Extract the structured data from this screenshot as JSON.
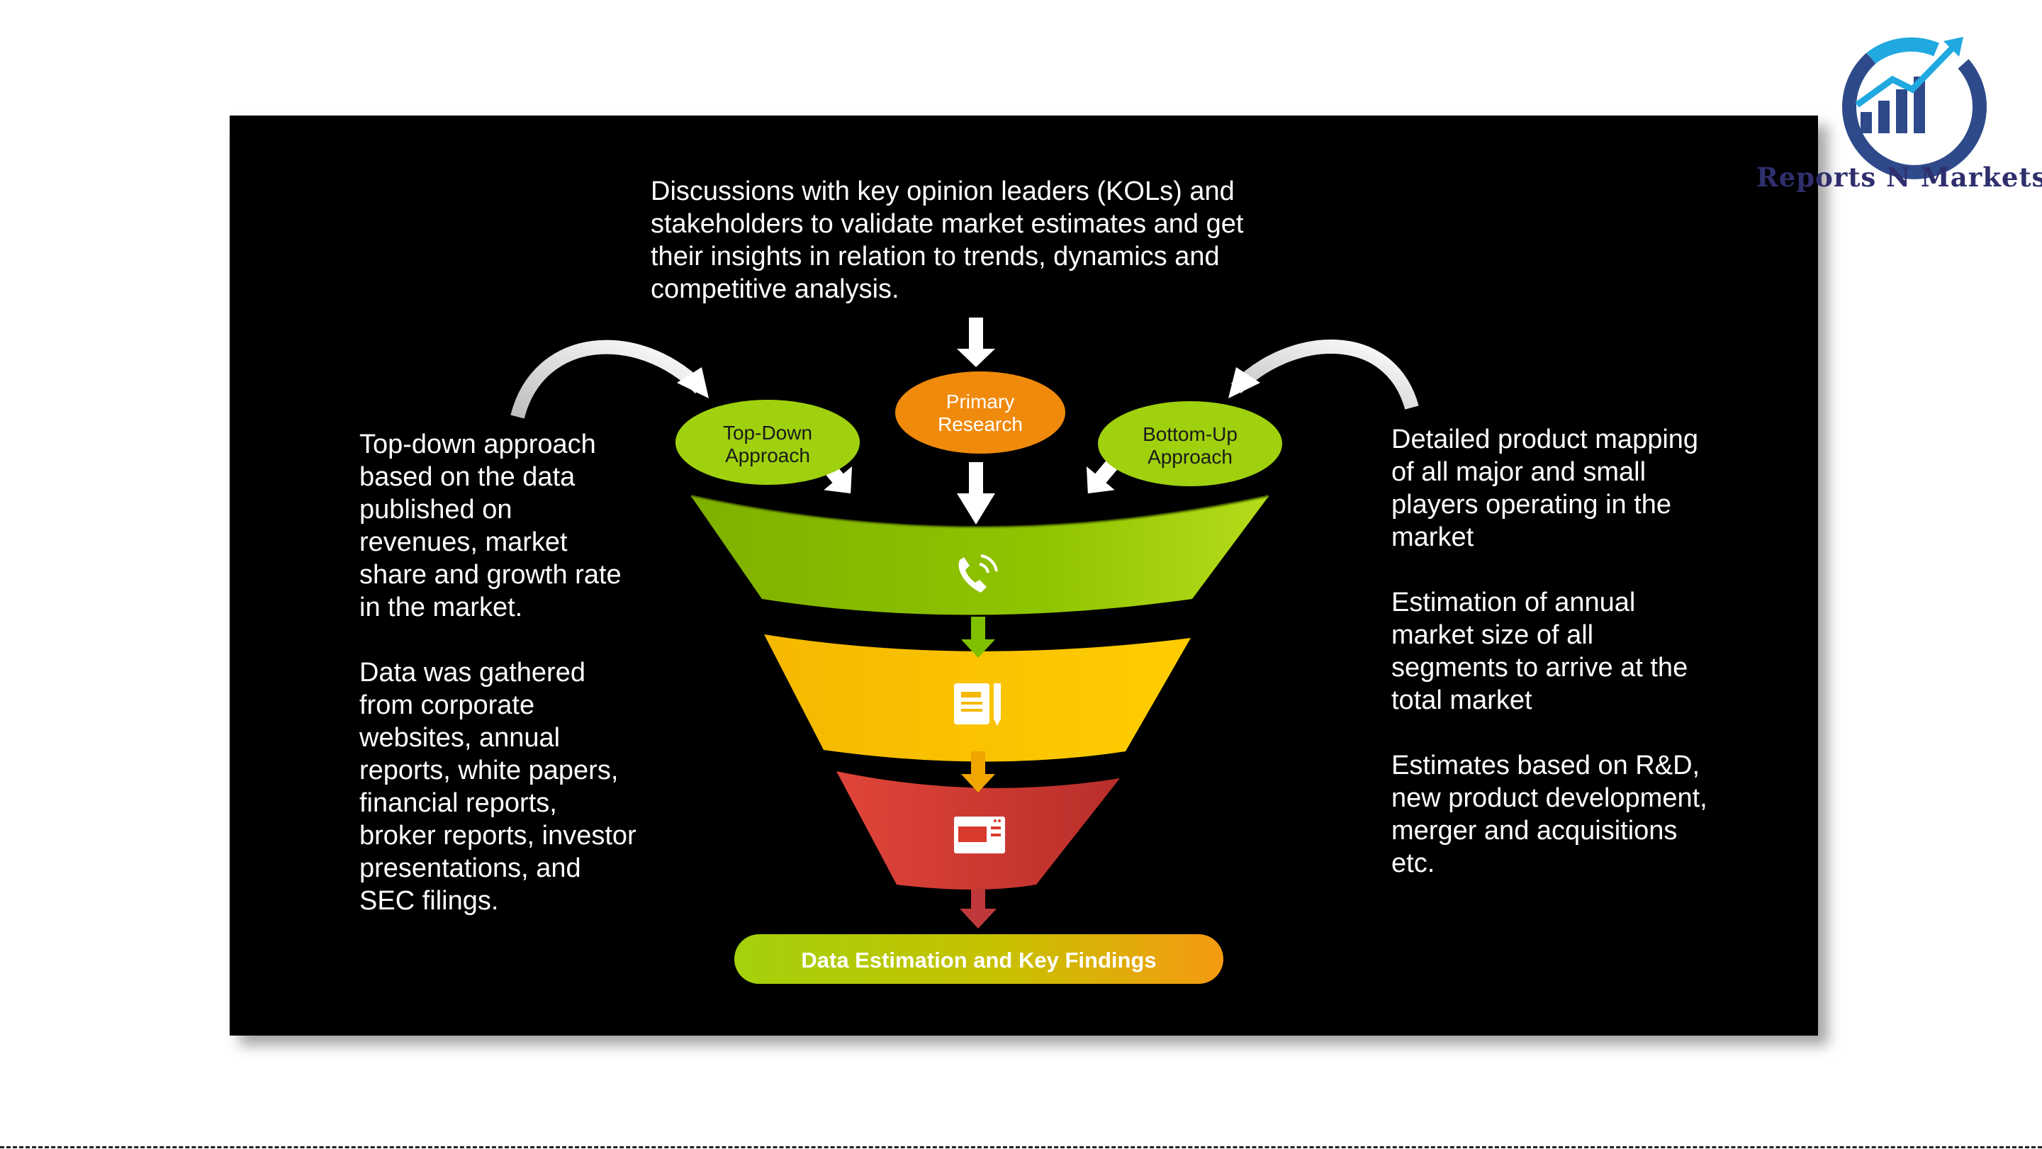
{
  "top_text": "Discussions with key opinion leaders (KOLs) and\nstakeholders to validate market estimates and get\ntheir insights in relation to trends, dynamics and\ncompetitive analysis.",
  "left_text": "Top-down approach\nbased on the data\npublished on\nrevenues, market\nshare and growth rate\nin the market.\n\nData was gathered\nfrom corporate\nwebsites, annual\nreports, white papers,\nfinancial reports,\nbroker reports, investor\npresentations, and\nSEC filings.",
  "right_text": "Detailed product mapping\nof all major and small\nplayers operating in the\nmarket\n\nEstimation of annual\nmarket size of all\nsegments to arrive at the\ntotal market\n\nEstimates based on R&D,\nnew product development,\nmerger and acquisitions\netc.",
  "nodes": {
    "top_down": [
      "Top-Down",
      "Approach"
    ],
    "primary_research": [
      "Primary",
      "Research"
    ],
    "bottom_up": [
      "Bottom-Up",
      "Approach"
    ]
  },
  "result_label": "Data Estimation and Key Findings",
  "funnel_icons": [
    "phone-icon",
    "notebook-icon",
    "browser-window-icon"
  ],
  "logo_text": "Reports N Markets",
  "colors": {
    "background": "#000000",
    "node_green": "#9acd0a",
    "node_orange": "#f08a0c",
    "funnel_green": "#8fc400",
    "funnel_yellow": "#f2b400",
    "funnel_red": "#d83a2e",
    "logo_blue": "#2f4a8a"
  }
}
